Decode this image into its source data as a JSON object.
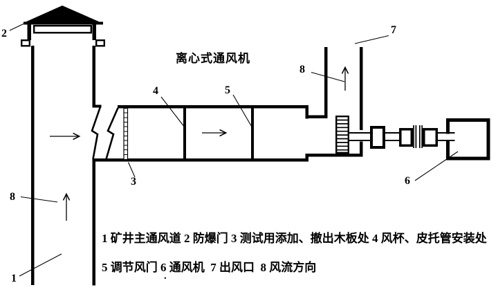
{
  "title": "离心式通风机",
  "callouts": {
    "n1": "1",
    "n2": "2",
    "n3": "3",
    "n4": "4",
    "n5": "5",
    "n6": "6",
    "n7": "7",
    "n8_outlet": "8",
    "n8_shaft": "8"
  },
  "legend": {
    "line1": "1 矿井主通风道 2 防爆门 3 测试用添加、撤出木板处 4 风杯、皮托管安装处",
    "line2": "5 调节风门 6 通风机  7 出风口  8 风流方向",
    "stray_mark": "."
  },
  "colors": {
    "ink": "#000000",
    "paper": "#ffffff"
  }
}
